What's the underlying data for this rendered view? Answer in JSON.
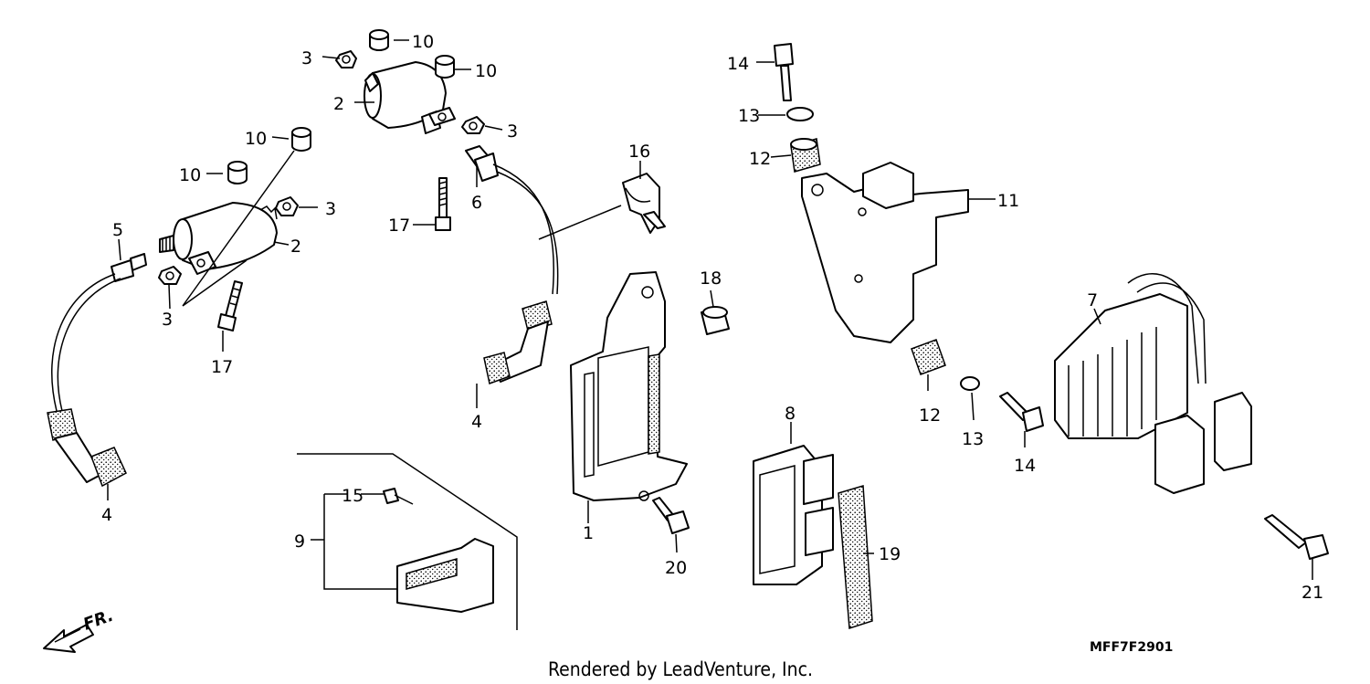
{
  "callouts": {
    "c1": "1",
    "c2a": "2",
    "c2b": "2",
    "c3a": "3",
    "c3b": "3",
    "c3c": "3",
    "c3d": "3",
    "c4a": "4",
    "c4b": "4",
    "c5": "5",
    "c6": "6",
    "c7": "7",
    "c8": "8",
    "c9": "9",
    "c10a": "10",
    "c10b": "10",
    "c10c": "10",
    "c10d": "10",
    "c11": "11",
    "c12a": "12",
    "c12b": "12",
    "c13a": "13",
    "c13b": "13",
    "c14a": "14",
    "c14b": "14",
    "c15": "15",
    "c16": "16",
    "c17a": "17",
    "c17b": "17",
    "c18": "18",
    "c19": "19",
    "c20": "20",
    "c21": "21"
  },
  "direction_label": "FR.",
  "diagram_code": "MFF7F2901",
  "credit": "Rendered by LeadVenture, Inc."
}
